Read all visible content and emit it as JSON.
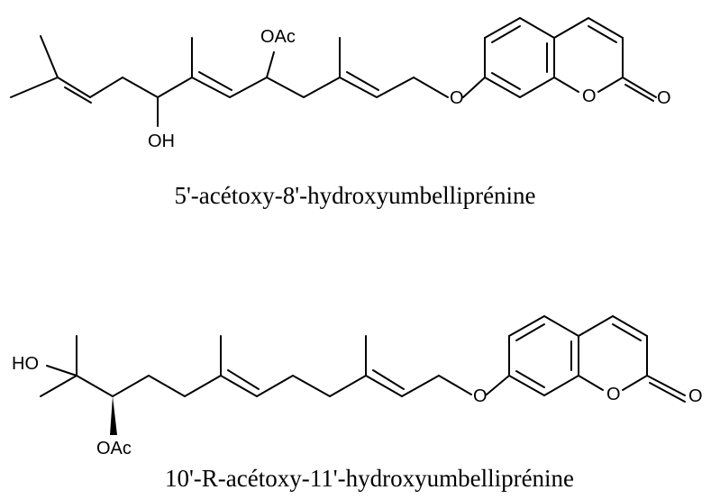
{
  "molecule_1": {
    "name": "5'-acétoxy-8'-hydroxyumbelliprénine",
    "labels": {
      "acetoxy": "OAc",
      "hydroxy": "OH",
      "ether_o": "O",
      "ring_o": "O",
      "carbonyl_o": "O"
    }
  },
  "molecule_2": {
    "name": "10'-R-acétoxy-11'-hydroxyumbelliprénine",
    "labels": {
      "hydroxy": "HO",
      "acetoxy": "OAc",
      "ether_o": "O",
      "ring_o": "O",
      "carbonyl_o": "O"
    }
  }
}
